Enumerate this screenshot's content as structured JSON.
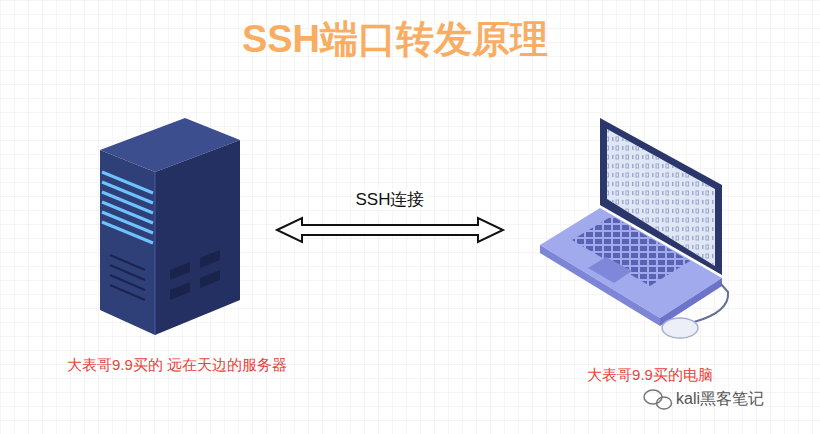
{
  "diagram": {
    "title": "SSH端口转发原理",
    "nodes": [
      {
        "text": [
          "大表哥9.9买的 远在天边的服务器"
        ]
      },
      {
        "text": [
          "大表哥9.9买的电脑"
        ]
      }
    ],
    "edges": [
      {
        "from": 0,
        "to": 1,
        "arrow": "both",
        "label": "SSH连接"
      }
    ],
    "labels": [
      "kali黑客笔记"
    ]
  }
}
